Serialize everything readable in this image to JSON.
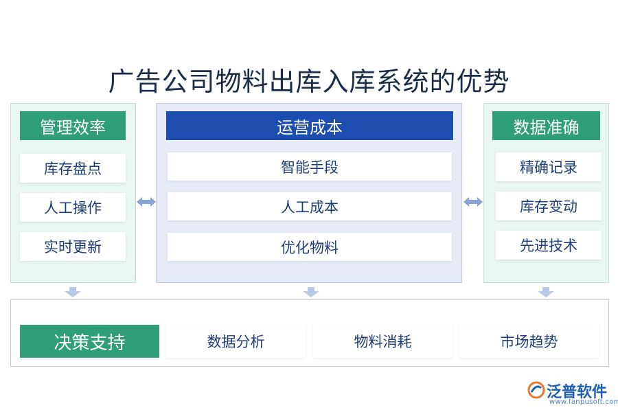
{
  "title": "广告公司物料出库入库系统的优势",
  "left": {
    "header": "管理效率",
    "items": [
      "库存盘点",
      "人工操作",
      "实时更新"
    ]
  },
  "middle": {
    "header": "运营成本",
    "items": [
      "智能手段",
      "人工成本",
      "优化物料"
    ]
  },
  "right": {
    "header": "数据准确",
    "items": [
      "精确记录",
      "库存变动",
      "先进技术"
    ]
  },
  "bottom": {
    "header": "决策支持",
    "items": [
      "数据分析",
      "物料消耗",
      "市场趋势"
    ]
  },
  "logo": {
    "name": "泛普软件",
    "url": "www.fanpusoft.com"
  },
  "colors": {
    "green_header": "#2f9e79",
    "blue_header": "#1e4db0",
    "item_text": "#1f3d78",
    "arrow": "#8aa3d6"
  },
  "icons": [
    "double-arrow-icon",
    "down-arrow-icon",
    "fanpu-logo-icon"
  ]
}
